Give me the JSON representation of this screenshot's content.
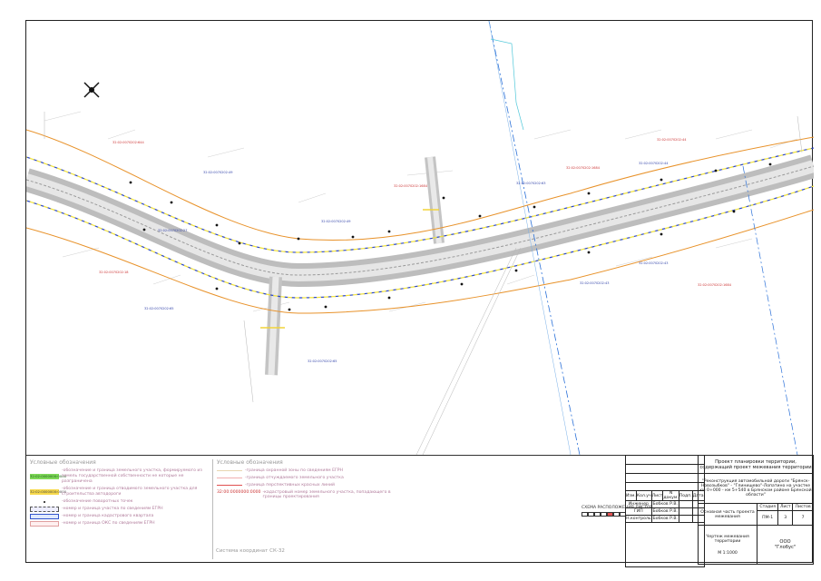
{
  "legend1": {
    "title": "Условные обозначения",
    "items": [
      {
        "code": "32:02:0000000:0000",
        "text": "-обозначение и граница земельного участка, формируемого из земель государственной собственности не которые не разграничена",
        "swatch": "#7ed957"
      },
      {
        "code": "32:02:0000000:0000",
        "text": "-обозначение и граница отводимого земельного участка для строительства автодороги",
        "swatch": "#f7d94c"
      },
      {
        "code": "",
        "text": "-обозначение поворотных точек",
        "swatch": "point"
      },
      {
        "code": "",
        "text": "-номер и граница участка по сведениям ЕГРН",
        "swatch": "#d9d9ff"
      },
      {
        "code": "",
        "text": "-номер и граница кадастрового квартала",
        "swatch": "#cfe0ff"
      },
      {
        "code": "",
        "text": "-номер и граница ОКС по сведениям ЕГРН",
        "swatch": "#ffd6d6"
      }
    ]
  },
  "legend2": {
    "title": "Условные обозначения",
    "items": [
      {
        "text": "-граница охранной зоны по сведениям ЕГРН",
        "color": "#e8d6b0"
      },
      {
        "text": "-граница отчуждаемого земельного участка",
        "color": "#f0b0b0"
      },
      {
        "text": "-граница перспективных красных линий",
        "color": "#e05050"
      },
      {
        "text": "-кадастровый номер земельного участка, попадающего в границы проектирования",
        "color": "#cc3333",
        "code": "32:00:0000000:0000"
      }
    ],
    "coords": "Система координат СК-32"
  },
  "scheme": {
    "label": "СХЕМА РАСПОЛОЖЕНИЯ ЛИСТОВ"
  },
  "stamp": {
    "project_title": "Проект планировки территории, содержащий проект межевания территории",
    "object": "\"Реконструкция автомобильной дороги \"Брянск-Новозыбков\" - \"Глинищево\"-Лопатино на участке км 0+000 - км 5+540 в Брянском районе Брянской области\"",
    "headers": [
      "Изм.",
      "Кол.уч",
      "Лист",
      "N докум.",
      "Подп.",
      "Дата"
    ],
    "people": [
      {
        "role": "Инженер",
        "name": "Бобков Р.В."
      },
      {
        "role": "ГИП",
        "name": "Бобков Р.В."
      },
      {
        "role": "Н.контроль",
        "name": "Бобков Р.В."
      }
    ],
    "section": "Основная часть проекта межевания",
    "stage_headers": [
      "Стадия",
      "Лист",
      "Листов"
    ],
    "stage": "ПМ-1",
    "sheet": "3",
    "sheets": "7",
    "drawing_name": "Чертеж межевания территории",
    "scale": "М 1:1000",
    "org_prefix": "ООО",
    "org": "\"Глобус\""
  },
  "drawing": {
    "labels": [
      "32:02:0070202:644",
      "32:02:0070202:1684",
      "32:02:0070202:49",
      "32:02:0070202:49",
      "32:02:0070202:27",
      "32:02:0070202:18",
      "32:02:0070202:65",
      "32:02:0070202:65",
      "32:02:0070202:1684",
      "32:02:0070202:63",
      "32:02:0070202:44",
      "32:02:0070202:44",
      "32:02:0070202:43",
      "32:02:0070202:1684",
      "32:02:0070202:43"
    ]
  }
}
